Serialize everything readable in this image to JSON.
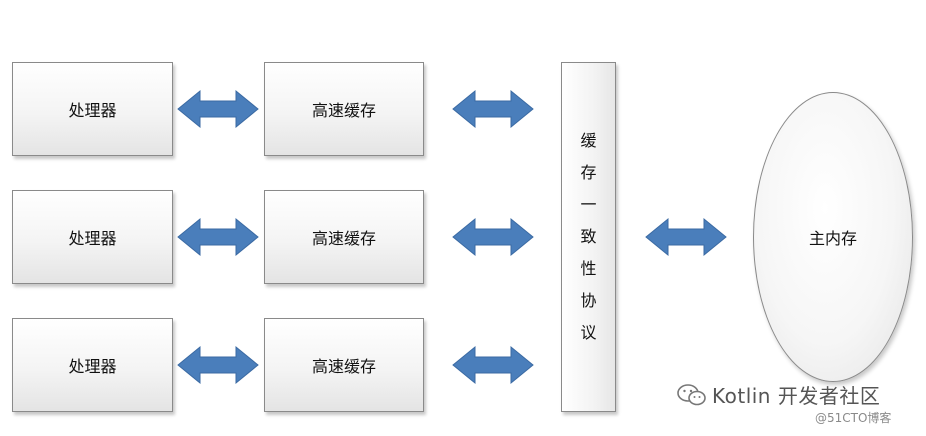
{
  "processors": [
    {
      "label": "处理器"
    },
    {
      "label": "处理器"
    },
    {
      "label": "处理器"
    }
  ],
  "caches": [
    {
      "label": "高速缓存"
    },
    {
      "label": "高速缓存"
    },
    {
      "label": "高速缓存"
    }
  ],
  "protocol": {
    "chars": [
      "缓",
      "存",
      "一",
      "致",
      "性",
      "协",
      "议"
    ]
  },
  "memory": {
    "label": "主内存"
  },
  "watermark": {
    "title": "Kotlin 开发者社区",
    "subtitle": "@51CTO博客",
    "icon": "wechat-icon"
  },
  "colors": {
    "arrow": "#4a7ebb",
    "arrow_stroke": "#3b6aa3",
    "box_border": "#8a8a8a"
  }
}
